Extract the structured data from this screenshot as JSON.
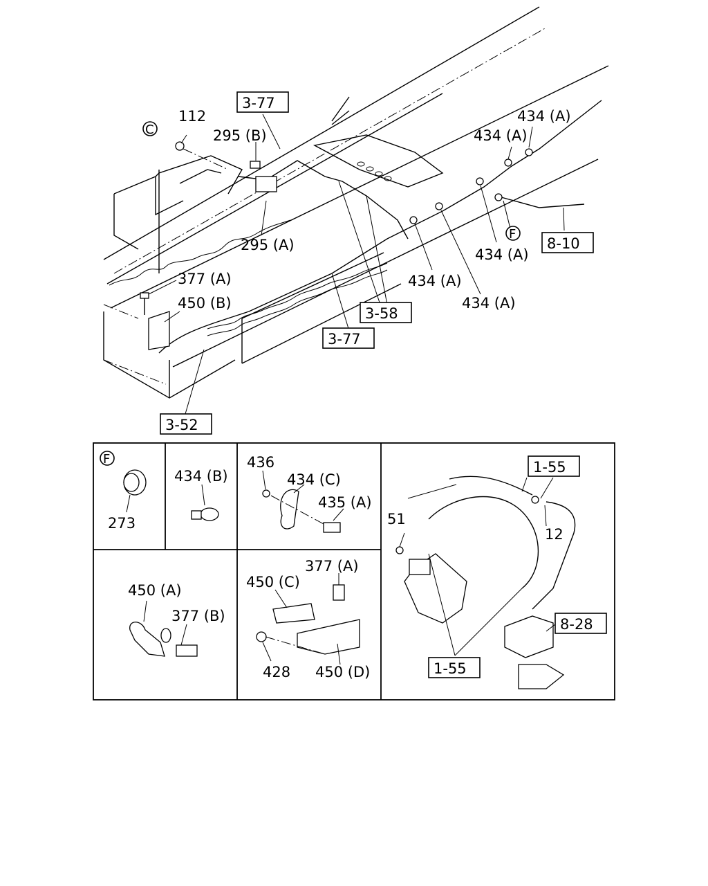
{
  "callouts": {
    "c112": "112",
    "c295b": "295 (B)",
    "c295a": "295 (A)",
    "c377a_top": "377 (A)",
    "c450b": "450 (B)",
    "c434a_1": "434 (A)",
    "c434a_2": "434 (A)",
    "c434a_3": "434 (A)",
    "c434a_4": "434 (A)",
    "c434a_5": "434 (A)",
    "c273": "273",
    "c434b": "434 (B)",
    "c436": "436",
    "c434c": "434 (C)",
    "c435a": "435 (A)",
    "c51": "51",
    "c12": "12",
    "c450a": "450 (A)",
    "c377b": "377 (B)",
    "c450c": "450 (C)",
    "c377a_bot": "377 (A)",
    "c428": "428",
    "c450d": "450 (D)"
  },
  "refs": {
    "r377_top": "3-77",
    "r377_mid": "3-77",
    "r358": "3-58",
    "r352": "3-52",
    "r810": "8-10",
    "r155_top": "1-55",
    "r155_bot": "1-55",
    "r828": "8-28"
  },
  "markers": {
    "c_main": "C",
    "f_main": "F",
    "f_panel": "F"
  }
}
